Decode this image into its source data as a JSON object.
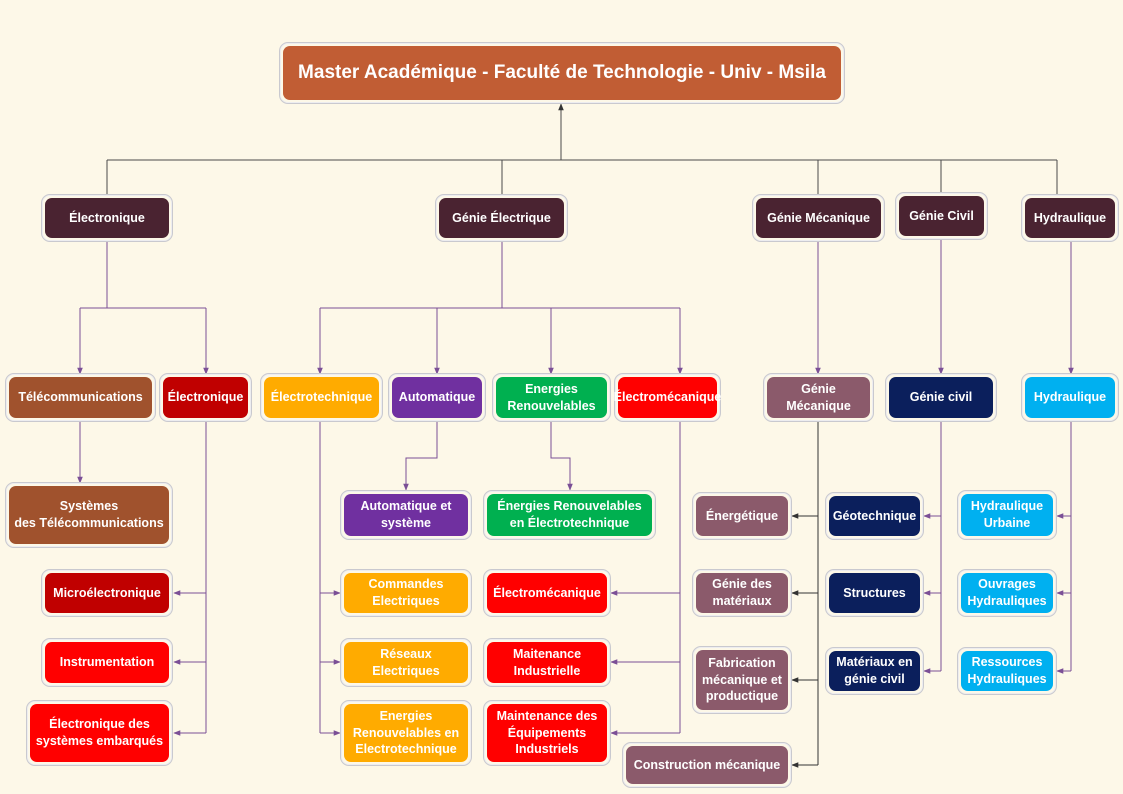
{
  "title": "Master Académique - Faculté de Technologie - Univ - Msila",
  "domains": {
    "electronique": "Électronique",
    "genie_electrique": "Génie Électrique",
    "genie_mecanique": "Génie Mécanique",
    "genie_civil": "Génie Civil",
    "hydraulique": "Hydraulique"
  },
  "filieres": {
    "telecommunications": "Télécommunications",
    "electronique": "Électronique",
    "electrotechnique": "Électrotechnique",
    "automatique": "Automatique",
    "energies_renouvelables": "Energies\nRenouvelables",
    "electromecanique": "Électromécanique",
    "genie_mecanique": "Génie\nMécanique",
    "genie_civil": "Génie civil",
    "hydraulique": "Hydraulique"
  },
  "specialites": {
    "systemes_telecom": "Systèmes\ndes Télécommunications",
    "microelectronique": "Microélectronique",
    "instrumentation": "Instrumentation",
    "electronique_embarques": "Électronique des\nsystèmes embarqués",
    "automatique_systeme": "Automatique et\nsystème",
    "commandes_electriques": "Commandes\nElectriques",
    "reseaux_electriques": "Réseaux Electriques",
    "energies_renouvelables_electrotech": "Energies\nRenouvelables en\nElectrotechnique",
    "energies_renouvelables_en_electrotech": "Énergies Renouvelables\nen Électrotechnique",
    "electromecanique": "Électromécanique",
    "maintenance_industrielle": "Maitenance\nIndustrielle",
    "maintenance_equipements": "Maintenance des\nÉquipements\nIndustriels",
    "energetique": "Énergétique",
    "genie_materiaux": "Génie des\nmatériaux",
    "fabrication": "Fabrication\nmécanique et\nproductique",
    "construction_mecanique": "Construction mécanique",
    "geotechnique": "Géotechnique",
    "structures": "Structures",
    "materiaux_genie_civil": "Matériaux en\ngénie civil",
    "hydraulique_urbaine": "Hydraulique\nUrbaine",
    "ouvrages_hydrauliques": "Ouvrages\nHydrauliques",
    "ressources_hydrauliques": "Ressources\nHydrauliques"
  },
  "colors": {
    "background": "#fdf8e8",
    "connector": "#4a4a4a",
    "arrow": "#7b4f96",
    "root": "#c15d34",
    "domain": "#4a2331"
  }
}
